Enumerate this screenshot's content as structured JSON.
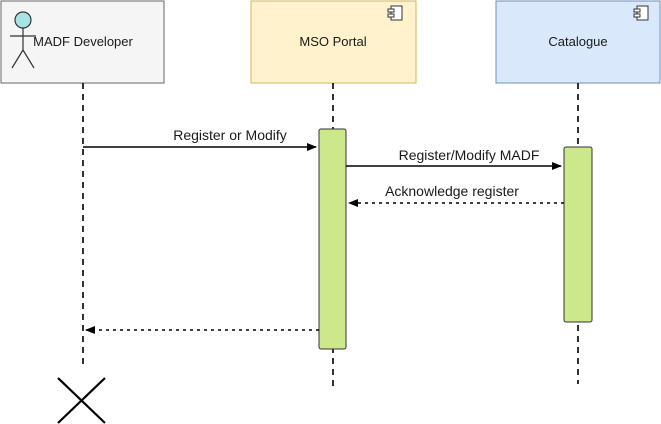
{
  "participants": [
    {
      "id": "dev",
      "label": "MADF Developer",
      "fill": "#f5f5f5",
      "stroke": "#666666",
      "actor_fill": "#a8e4e4"
    },
    {
      "id": "portal",
      "label": "MSO Portal",
      "fill": "#fff2cc",
      "stroke": "#d6b656",
      "icon": "component-icon"
    },
    {
      "id": "catalogue",
      "label": "Catalogue",
      "fill": "#dae8fc",
      "stroke": "#6c8ebf",
      "icon": "component-icon"
    }
  ],
  "messages": [
    {
      "label": "Register or Modify",
      "style": "solid"
    },
    {
      "label": "Register/Modify MADF",
      "style": "solid"
    },
    {
      "label": "Acknowledge register",
      "style": "dotted"
    },
    {
      "label": "",
      "style": "dotted"
    }
  ],
  "activation_fill": "#cde88a",
  "activation_stroke": "#333333",
  "destroy_marker": "x-icon"
}
